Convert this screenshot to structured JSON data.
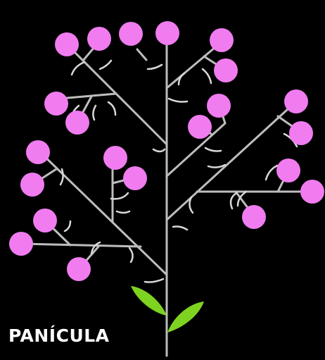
{
  "caption": "PANÍCULA",
  "colors": {
    "background": "#000000",
    "stem": "#bdbdbd",
    "bract": "#d8d8d8",
    "flower": "#f07cf0",
    "leaf": "#7ed321",
    "caption": "#ffffff"
  },
  "icons": {
    "flower": "flower-dot",
    "bract": "bract-hook",
    "leaf": "leaf-shape"
  }
}
